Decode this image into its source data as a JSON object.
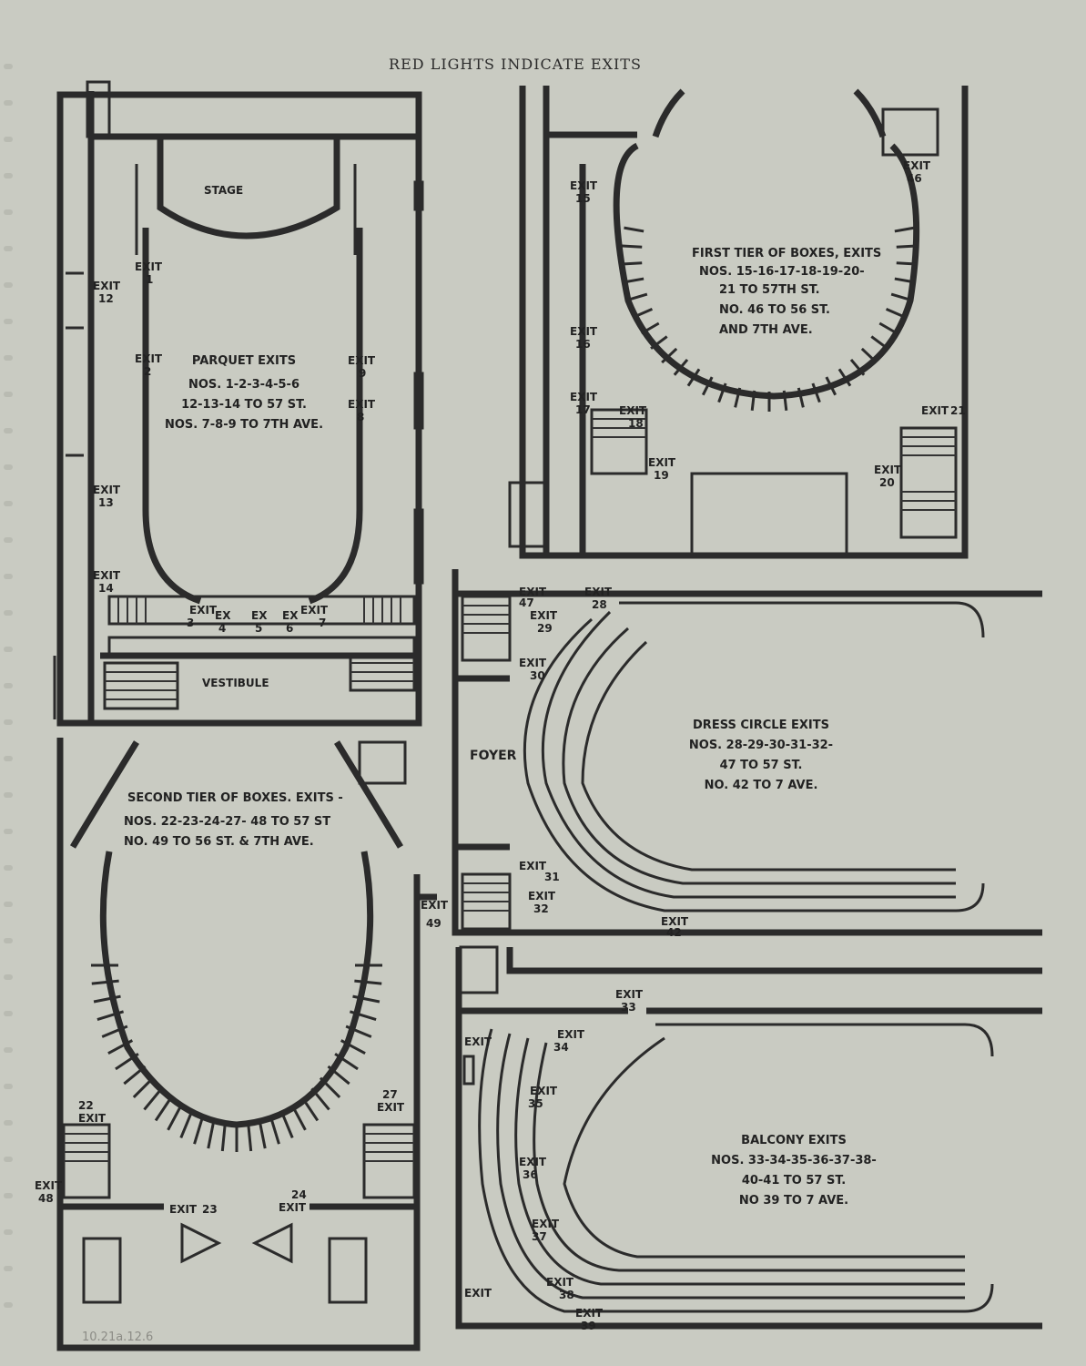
{
  "header": "RED LIGHTS INDICATE EXITS",
  "pencil_note": "10.21a.12.6",
  "parquet": {
    "stage": "STAGE",
    "vestibule": "VESTIBULE",
    "title": "PARQUET EXITS",
    "line1": "NOS. 1-2-3-4-5-6",
    "line2": "12-13-14 TO 57 ST.",
    "line3": "NOS. 7-8-9 TO 7TH AVE.",
    "exits": [
      {
        "w": "EXIT",
        "n": "1"
      },
      {
        "w": "EXIT",
        "n": "2"
      },
      {
        "w": "EXIT",
        "n": "3"
      },
      {
        "w": "EX",
        "n": "4"
      },
      {
        "w": "EX",
        "n": "5"
      },
      {
        "w": "EX",
        "n": "6"
      },
      {
        "w": "EXIT",
        "n": "7"
      },
      {
        "w": "EXIT",
        "n": "8"
      },
      {
        "w": "EXIT",
        "n": "9"
      },
      {
        "w": "EXIT",
        "n": "12"
      },
      {
        "w": "EXIT",
        "n": "13"
      },
      {
        "w": "EXIT",
        "n": "14"
      }
    ]
  },
  "first_tier": {
    "title": "FIRST TIER OF BOXES, EXITS",
    "line1": "NOS. 15-16-17-18-19-20-",
    "line2": "21 TO 57TH ST.",
    "line3": "NO. 46 TO 56 ST.",
    "line4": "AND 7TH AVE.",
    "exits": [
      {
        "w": "EXIT",
        "n": "15"
      },
      {
        "w": "EXIT",
        "n": "16"
      },
      {
        "w": "EXIT",
        "n": "17"
      },
      {
        "w": "EXIT",
        "n": "18"
      },
      {
        "w": "EXIT",
        "n": "19"
      },
      {
        "w": "EXIT",
        "n": "20"
      },
      {
        "w": "EXIT",
        "n": "21"
      },
      {
        "w": "EXIT",
        "n": "46"
      }
    ]
  },
  "second_tier": {
    "title": "SECOND TIER OF BOXES. EXITS -",
    "line1": "NOS. 22-23-24-27- 48 TO 57 ST",
    "line2": "NO. 49 TO 56 ST. & 7TH AVE.",
    "exits": [
      {
        "w": "EXIT",
        "n": "22"
      },
      {
        "w": "EXIT",
        "n": "23"
      },
      {
        "w": "EXIT",
        "n": "24"
      },
      {
        "w": "EXIT",
        "n": "27"
      },
      {
        "w": "EXIT",
        "n": "48"
      },
      {
        "w": "EXIT",
        "n": "49"
      }
    ]
  },
  "dress_circle": {
    "foyer": "FOYER",
    "title": "DRESS CIRCLE EXITS",
    "line1": "NOS. 28-29-30-31-32-",
    "line2": "47 TO 57 ST.",
    "line3": "NO. 42 TO 7 AVE.",
    "exits": [
      {
        "w": "EXIT",
        "n": "28"
      },
      {
        "w": "EXIT",
        "n": "29"
      },
      {
        "w": "EXIT",
        "n": "30"
      },
      {
        "w": "EXIT",
        "n": "31"
      },
      {
        "w": "EXIT",
        "n": "32"
      },
      {
        "w": "EXIT",
        "n": "42"
      },
      {
        "w": "EXIT",
        "n": "47"
      }
    ]
  },
  "balcony": {
    "title": "BALCONY EXITS",
    "line1": "NOS. 33-34-35-36-37-38-",
    "line2": "40-41 TO 57 ST.",
    "line3": "NO 39 TO 7 AVE.",
    "exits": [
      {
        "w": "EXIT",
        "n": "33"
      },
      {
        "w": "EXIT",
        "n": "34"
      },
      {
        "w": "EXIT",
        "n": "35"
      },
      {
        "w": "EXIT",
        "n": "36"
      },
      {
        "w": "EXIT",
        "n": "37"
      },
      {
        "w": "EXIT",
        "n": "38"
      },
      {
        "w": "EXIT",
        "n": "39"
      },
      {
        "w": "EXIT",
        "n": ""
      },
      {
        "w": "EXIT",
        "n": ""
      }
    ]
  },
  "colors": {
    "ink": "#2b2b2b",
    "paper": "#d6d8d0"
  }
}
